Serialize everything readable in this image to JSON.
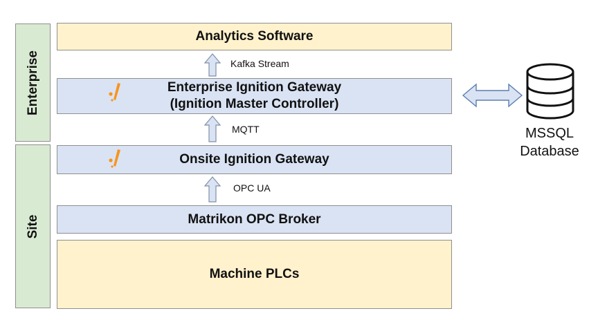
{
  "bands": {
    "enterprise": "Enterprise",
    "site": "Site"
  },
  "layers": {
    "analytics": "Analytics Software",
    "enterprise_gateway_line1": "Enterprise Ignition Gateway",
    "enterprise_gateway_line2": "(Ignition Master Controller)",
    "onsite_gateway": "Onsite Ignition Gateway",
    "opc_broker": "Matrikon OPC Broker",
    "plcs": "Machine PLCs"
  },
  "connections": {
    "kafka": "Kafka Stream",
    "mqtt": "MQTT",
    "opc_ua": "OPC UA"
  },
  "database": {
    "line1": "MSSQL",
    "line2": "Database"
  },
  "colors": {
    "band_fill": "#d9ead3",
    "cream_fill": "#fff2cc",
    "blue_fill": "#dae3f3",
    "arrow_fill": "#dae3f3",
    "logo_orange": "#f7941d"
  },
  "icons": {
    "ignition": "ignition-logo-icon",
    "database": "database-cylinder-icon"
  }
}
